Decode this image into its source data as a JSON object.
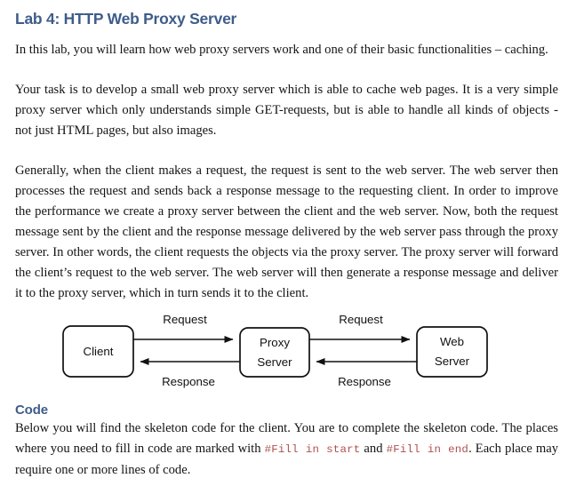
{
  "document": {
    "title": "Lab 4: HTTP Web Proxy Server",
    "paragraphs": [
      "In this lab, you will learn how web proxy servers work and one of their basic functionalities – caching.",
      "Your task is to develop a small web proxy server which is able to cache web pages. It is a very simple proxy server which only understands simple GET-requests, but is able to handle all kinds of objects - not just HTML pages, but also images.",
      "Generally, when the client makes a request, the request is sent to the web server. The web server then processes the request and sends back a response message to the requesting client. In order to improve the performance we create a proxy server between the client and the web server. Now, both the request message sent by the client and the response message delivered by the web server pass through the proxy server. In other words, the client requests the objects via the proxy server. The proxy server will forward the client’s request to the web server. The web server will then generate a response message and deliver it to the proxy server, which in turn sends it to the client."
    ],
    "code_section": {
      "heading": "Code",
      "text_before_code1": "Below you will find the skeleton code for the client. You are to complete the skeleton code. The places where you need to fill in code are marked with ",
      "code1": "#Fill in start",
      "text_between": " and ",
      "code2": "#Fill in end",
      "text_after_code2": ". Each place may require one or more lines of code.",
      "code_color": "#b0504e"
    },
    "heading_color": "#3e5c8a",
    "body_color": "#141414",
    "background_color": "#ffffff"
  },
  "diagram": {
    "nodes": [
      {
        "id": "client",
        "label_line1": "Client",
        "label_line2": ""
      },
      {
        "id": "proxy",
        "label_line1": "Proxy",
        "label_line2": "Server"
      },
      {
        "id": "web",
        "label_line1": "Web",
        "label_line2": "Server"
      }
    ],
    "edges": [
      {
        "id": "client-to-proxy",
        "label": "Request",
        "direction": "right"
      },
      {
        "id": "proxy-to-client",
        "label": "Response",
        "direction": "left"
      },
      {
        "id": "proxy-to-web",
        "label": "Request",
        "direction": "right"
      },
      {
        "id": "web-to-proxy",
        "label": "Response",
        "direction": "left"
      }
    ],
    "stroke_color": "#111111",
    "fill_color": "#ffffff"
  }
}
